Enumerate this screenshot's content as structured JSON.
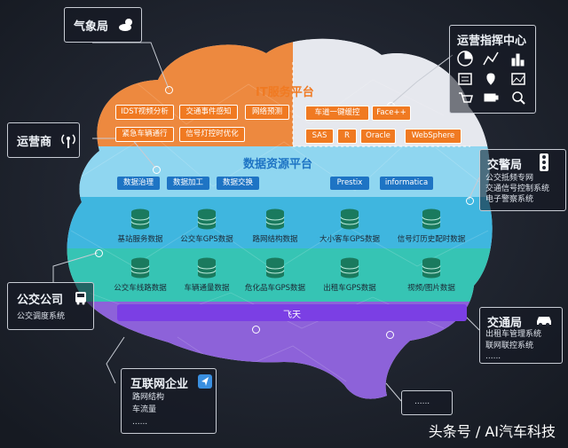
{
  "weather": {
    "label": "气象局"
  },
  "operator": {
    "label": "运营商"
  },
  "bus": {
    "title": "公交公司",
    "line1": "公交调度系统"
  },
  "internet": {
    "title": "互联网企业",
    "line1": "路网结构",
    "line2": "车流量",
    "line3": "......"
  },
  "ops_center": {
    "title": "运营指挥中心"
  },
  "police": {
    "title": "交警局",
    "line1": "公交抵频专网",
    "line2": "交通信号控制系统",
    "line3": "电子警察系统"
  },
  "traffic": {
    "title": "交通局",
    "line1": "出租车管理系统",
    "line2": "联网联控系统",
    "line3": "......"
  },
  "more": {
    "label": "......"
  },
  "it_platform": {
    "title": "IT服务平台",
    "tags": [
      "IDST视频分析",
      "交通事件感知",
      "网络预测",
      "车道一键缓控",
      "Face++",
      "紧急车辆通行",
      "信号灯控时优化",
      "SAS",
      "R",
      "Oracle",
      "WebSphere"
    ]
  },
  "data_platform": {
    "title": "数据资源平台",
    "tags": [
      "数据治理",
      "数据加工",
      "数据交换",
      "Prestix",
      "informatica"
    ],
    "databases": [
      "基站服务数据",
      "公交车GPS数据",
      "路网结构数据",
      "大小客车GPS数据",
      "信号灯历史配时数据",
      "公交车线路数据",
      "车辆通量数据",
      "危化品车GPS数据",
      "出租车GPS数据",
      "视频/图片数据"
    ]
  },
  "feitian": {
    "label": "飞天"
  },
  "watermark": "头条号 / AI汽车科技",
  "colors": {
    "orange": "#f07a22",
    "blue_band": "#3fb6df",
    "teal_band": "#2fc6b7",
    "purple": "#8758d8",
    "bar": "#7b3fe4",
    "tag_blue": "#1e74c4"
  }
}
